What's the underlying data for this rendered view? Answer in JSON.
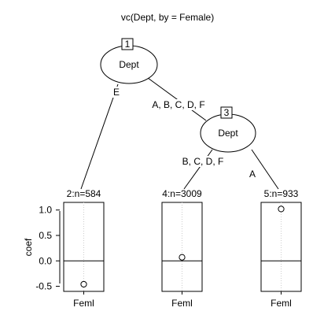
{
  "title": "vc(Dept, by = Female)",
  "nodes": {
    "root": {
      "id": "1",
      "label": "Dept"
    },
    "inner": {
      "id": "3",
      "label": "Dept"
    }
  },
  "edges": {
    "root_left": "E",
    "root_right": "A, B, C, D, F",
    "inner_left": "B, C, D, F",
    "inner_right": "A"
  },
  "y_axis": {
    "label": "coef",
    "min": -0.6,
    "max": 1.15,
    "ticks": [
      "1.0",
      "0.5",
      "0.0",
      "-0.5"
    ],
    "tick_values": [
      1.0,
      0.5,
      0.0,
      -0.5
    ]
  },
  "terminals": [
    {
      "label": "2:n=584",
      "xlabel": "Feml",
      "coef": -0.46
    },
    {
      "label": "4:n=3009",
      "xlabel": "Feml",
      "coef": 0.07
    },
    {
      "label": "5:n=933",
      "xlabel": "Feml",
      "coef": 1.02
    }
  ]
}
